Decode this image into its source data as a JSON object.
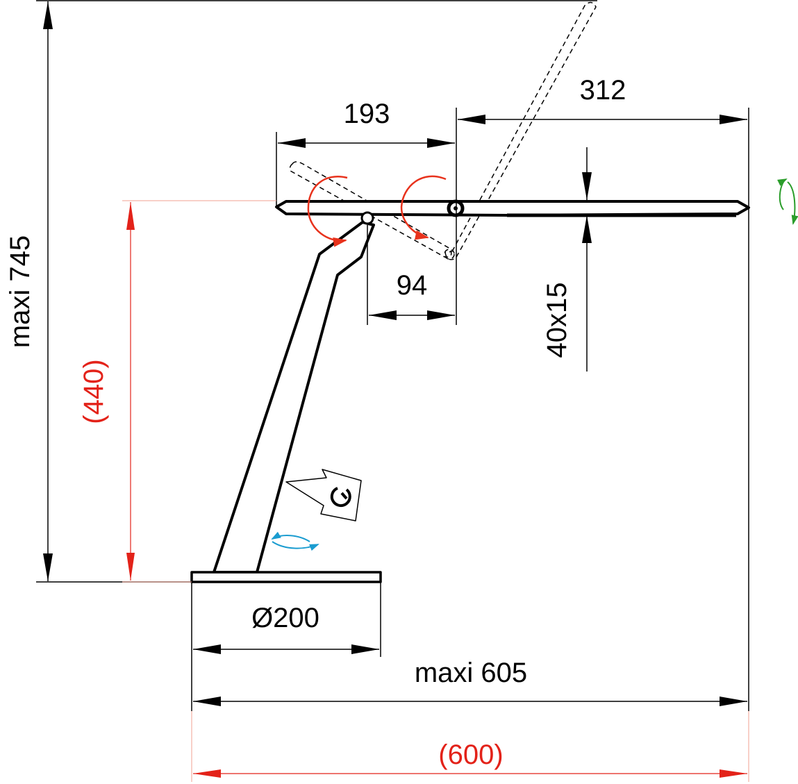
{
  "colors": {
    "line": "#000000",
    "red_dim": "#e32219",
    "red_thin": "#f0a090",
    "rotate_red": "#e8321c",
    "rotate_green": "#2a9d2a",
    "rotate_blue": "#1a9cd0"
  },
  "dimensions": {
    "max_height": "maxi 745",
    "alt_height": "(440)",
    "arm_length": "193",
    "head_length": "312",
    "pivot_offset": "94",
    "head_section": "40x15",
    "base_diameter": "Ø200",
    "max_width": "maxi 605",
    "alt_width": "(600)"
  },
  "icons": {
    "switch": "power-button-icon",
    "rotate_arm": "rotate-arrow-icon",
    "rotate_head": "rotate-arrow-icon",
    "rotate_column": "rotate-horizontal-icon",
    "rotate_head_axis": "rotate-vertical-icon"
  }
}
